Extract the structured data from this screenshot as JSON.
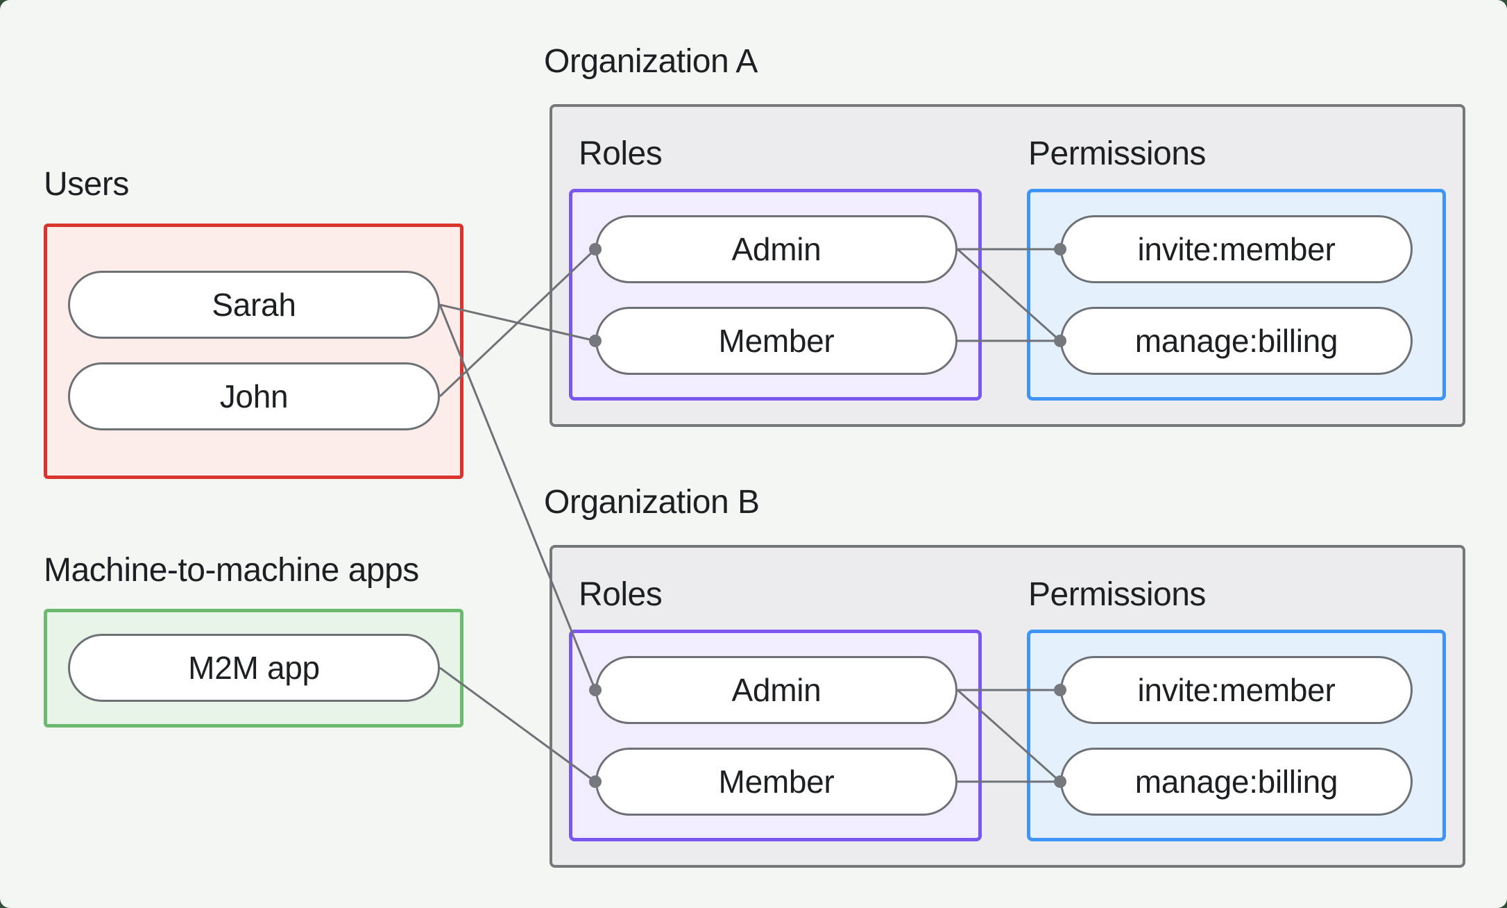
{
  "page": {
    "background": "#f3f6f3",
    "outer_background": "#31503c"
  },
  "colors": {
    "users_border": "#d9352e",
    "users_fill": "#fcecea",
    "m2m_border": "#6cba70",
    "m2m_fill": "#e9f4e9",
    "org_border": "#75787b",
    "org_fill": "#ececee",
    "roles_border": "#7a58f0",
    "roles_fill": "#f2edfc",
    "permissions_border": "#3f95f5",
    "permissions_fill": "#e4f0fc",
    "pill_border": "#6d7175",
    "pill_fill": "#ffffff",
    "connector": "#6e7276",
    "text": "#1d2023"
  },
  "users_group": {
    "label": "Users",
    "nodes": [
      {
        "label": "Sarah"
      },
      {
        "label": "John"
      }
    ]
  },
  "m2m_group": {
    "label": "Machine-to-machine apps",
    "nodes": [
      {
        "label": "M2M app"
      }
    ]
  },
  "organizations": [
    {
      "title": "Organization A",
      "roles_label": "Roles",
      "permissions_label": "Permissions",
      "roles": [
        {
          "label": "Admin"
        },
        {
          "label": "Member"
        }
      ],
      "permissions": [
        {
          "label": "invite:member"
        },
        {
          "label": "manage:billing"
        }
      ]
    },
    {
      "title": "Organization B",
      "roles_label": "Roles",
      "permissions_label": "Permissions",
      "roles": [
        {
          "label": "Admin"
        },
        {
          "label": "Member"
        }
      ],
      "permissions": [
        {
          "label": "invite:member"
        },
        {
          "label": "manage:billing"
        }
      ]
    }
  ],
  "connections": [
    {
      "from": "Sarah",
      "to": "Organization A / Member"
    },
    {
      "from": "Sarah",
      "to": "Organization B / Admin"
    },
    {
      "from": "John",
      "to": "Organization A / Admin"
    },
    {
      "from": "M2M app",
      "to": "Organization B / Member"
    },
    {
      "from": "Organization A / Admin",
      "to": "Organization A / invite:member"
    },
    {
      "from": "Organization A / Admin",
      "to": "Organization A / manage:billing"
    },
    {
      "from": "Organization A / Member",
      "to": "Organization A / manage:billing"
    },
    {
      "from": "Organization B / Admin",
      "to": "Organization B / invite:member"
    },
    {
      "from": "Organization B / Admin",
      "to": "Organization B / manage:billing"
    },
    {
      "from": "Organization B / Member",
      "to": "Organization B / manage:billing"
    }
  ]
}
